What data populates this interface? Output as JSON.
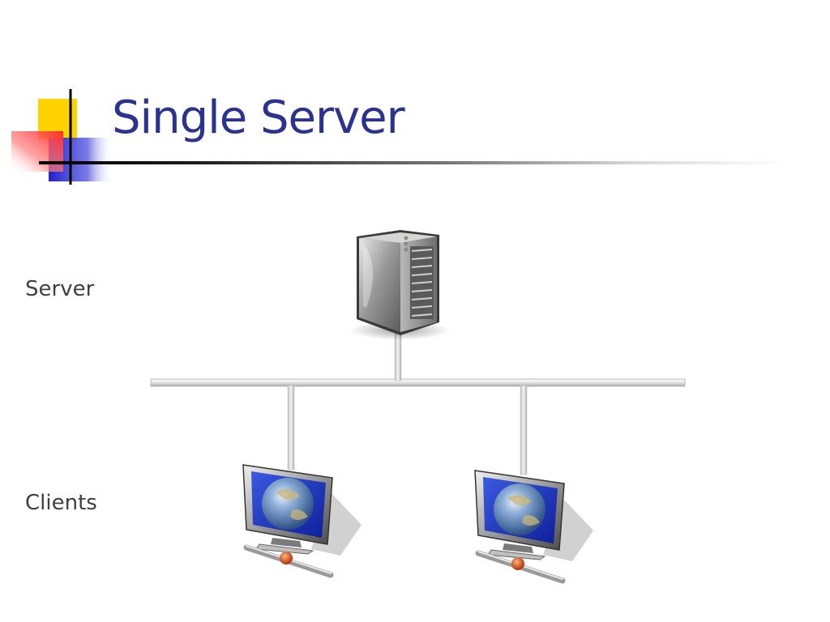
{
  "slide": {
    "title": "Single Server",
    "labels": {
      "server": "Server",
      "clients": "Clients"
    }
  },
  "diagram": {
    "nodes": [
      {
        "id": "server",
        "kind": "server-tower",
        "icon": "server-icon"
      },
      {
        "id": "client-1",
        "kind": "workstation",
        "icon": "globe-monitor-icon"
      },
      {
        "id": "client-2",
        "kind": "workstation",
        "icon": "globe-monitor-icon"
      }
    ],
    "edges": [
      {
        "from": "server",
        "to": "network-bus"
      },
      {
        "from": "network-bus",
        "to": "client-1"
      },
      {
        "from": "network-bus",
        "to": "client-2"
      }
    ]
  },
  "colors": {
    "title": "#2b3390",
    "label": "#404040",
    "logo_yellow": "#ffd200",
    "logo_red": "#ff4040",
    "logo_blue": "#2a2ad0"
  }
}
